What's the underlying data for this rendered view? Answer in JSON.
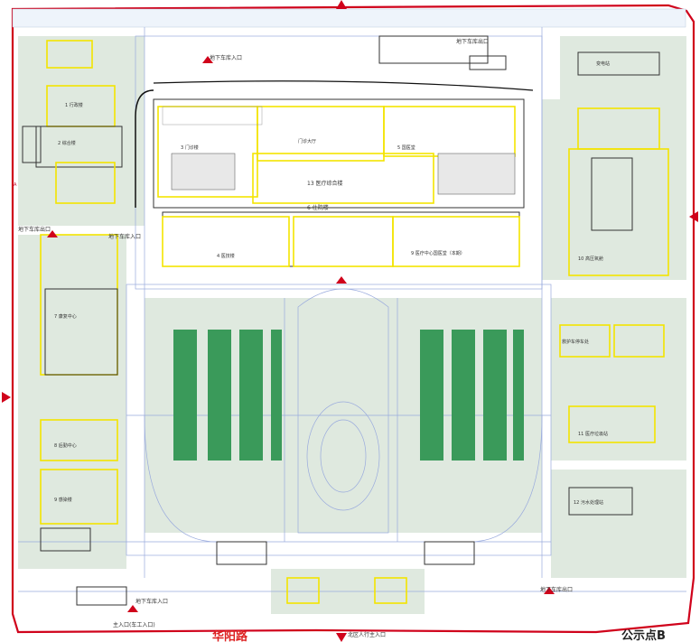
{
  "plan": {
    "entrances": {
      "top_entrance": "地下车库出口",
      "top_left_entrance": "地下车库入口",
      "right_bottom_entrance": "地下车库出口",
      "bottom_left_entrance": "地下车库入口",
      "bottom_vehicle": "主入口(车工入口)",
      "bottom_pedestrian": "北区人行主入口",
      "left_garage": "地下车库出口",
      "left_garage2": "地下车库入口"
    },
    "buildings": {
      "b13": "13 医疗综合楼",
      "b6_main": "6 住院楼",
      "b3": "3 门诊楼",
      "b4": "4 医技楼",
      "b5": "5 国医堂",
      "b_left_top": "1 行政楼",
      "b_left_top2": "2 综合楼",
      "b_left_mid": "7 康复中心",
      "b_left_low1": "8 后勤中心",
      "b_left_low2": "9 感染楼",
      "b_right_top": "变电站",
      "b_right_mid": "10 高压氧舱",
      "b_right_low": "11 医疗垃圾站",
      "b_right_bottom": "12 污水处理站",
      "b_ambulance": "救护车停车处",
      "b_center_north": "门诊大厅",
      "b_central_block": "9 医疗中心国医堂（本期）"
    },
    "bottom_road": "华阳路",
    "corner_mark": "公示点B",
    "corner_id": "A"
  },
  "colors": {
    "boundary": "#d0021b",
    "building_outline": "#f3e400",
    "parking": "#3a9a5a",
    "road": "#99aadd"
  }
}
